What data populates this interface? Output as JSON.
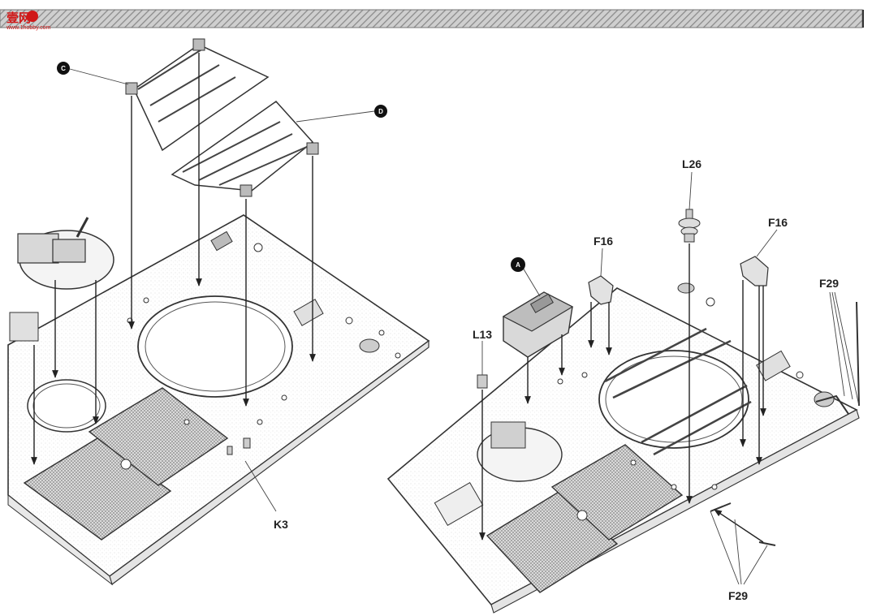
{
  "watermark": {
    "text": "壹网",
    "sub": "www.1hobby.com",
    "color": "#d01818"
  },
  "left_view": {
    "callouts": {
      "c": "C",
      "d": "D",
      "k3": "K3"
    }
  },
  "right_view": {
    "callouts": {
      "a": "A",
      "l26": "L26",
      "f16_left": "F16",
      "f16_right": "F16",
      "l13": "L13",
      "f29_top": "F29",
      "f29_bottom": "F29"
    }
  },
  "colors": {
    "line": "#333333",
    "hatch": "#9a9a9a",
    "mesh": "#b8b8b8",
    "dots": "#d6d6d6"
  }
}
